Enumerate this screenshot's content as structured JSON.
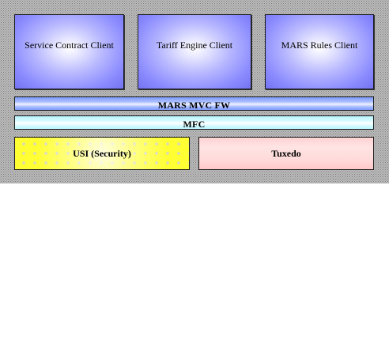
{
  "clients": {
    "service_contract": "Service Contract Client",
    "tariff_engine": "Tariff Engine Client",
    "mars_rules": "MARS Rules Client"
  },
  "layers": {
    "mvc_framework": "MARS MVC FW",
    "mfc": "MFC"
  },
  "services": {
    "usi": "USI (Security)",
    "tuxedo": "Tuxedo"
  },
  "colors": {
    "client_fill": "#8d8dff",
    "mvc_fill": "#a8bcff",
    "mfc_fill": "#d5faff",
    "usi_fill": "#ffff33",
    "tuxedo_fill": "#ffdada"
  }
}
